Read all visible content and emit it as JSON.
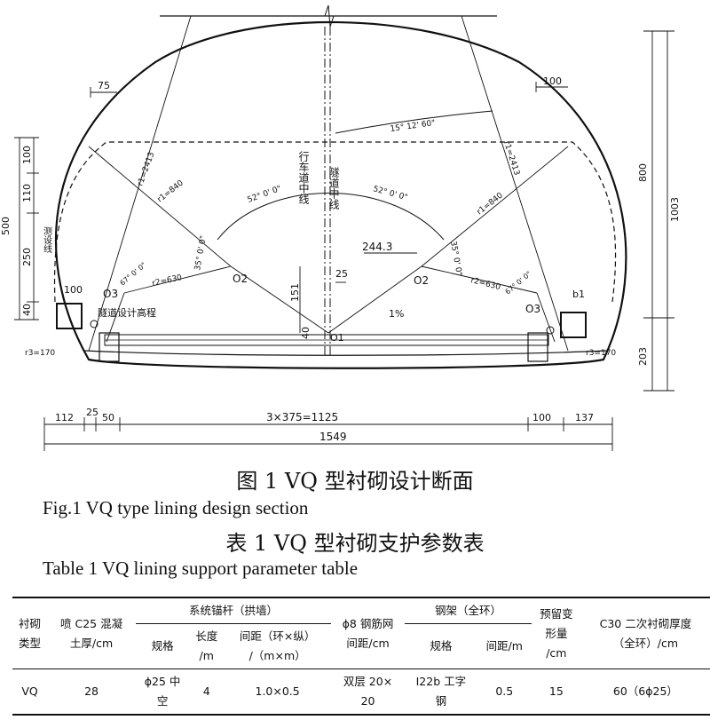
{
  "figure": {
    "labels": {
      "dim_75": "75",
      "dim_100_top": "100",
      "dim_500": "500",
      "dim_100_left": "100",
      "dim_110": "110",
      "dim_250": "250",
      "dim_40_left": "40",
      "design_line_label": "测设线",
      "design_elev_label": "隧道设计高程",
      "r3_left": "r3=170",
      "r3_right": "r3=170",
      "angle_top": "15° 12' 60\"",
      "r1_left_a": "r1=2413",
      "r1_left_b": "r1=840",
      "r1_right_a": "r1=2413",
      "r1_right_b": "r1=840",
      "angle_left_52": "52° 0' 0\"",
      "angle_right_52": "52° 0' 0\"",
      "angle_left_35": "35° 0' 0\"",
      "angle_right_35": "35° 0' 0\"",
      "angle_left_67": "67° 0' 0\"",
      "angle_right_67": "67° 0' 0\"",
      "r2_left": "r2=630",
      "r2_right": "r2=630",
      "o2_left": "O2",
      "o2_right": "O2",
      "o3_left": "O3",
      "o3_right": "O3",
      "o1": "O1",
      "dim_100_b": "100",
      "dim_b1": "b1",
      "dim_244": "244.3",
      "dim_25_center": "25",
      "dim_151": "151",
      "dim_40_center": "40",
      "slope": "1%",
      "road_center": "行车道中线",
      "tunnel_center": "隧道中线",
      "dim_800": "800",
      "dim_1003": "1003",
      "dim_203": "203",
      "bottom_112": "112",
      "bottom_25": "25",
      "bottom_50": "50",
      "bottom_3x375": "3×375=1125",
      "bottom_100": "100",
      "bottom_137": "137",
      "bottom_1549": "1549"
    },
    "caption_cn": "图 1 VQ 型衬砌设计断面",
    "caption_en": "Fig.1 VQ type lining design section"
  },
  "table": {
    "caption_cn": "表 1 VQ 型衬砌支护参数表",
    "caption_en": "Table 1 VQ lining support parameter table",
    "headers": {
      "type": [
        "衬砌",
        "类型"
      ],
      "shotcrete": [
        "喷 C25 混凝",
        "土厚/cm"
      ],
      "anchor_group": "系统锚杆（拱墙）",
      "anchor_spec": "规格",
      "anchor_length": [
        "长度",
        "/m"
      ],
      "anchor_spacing": [
        "间距（环×纵）",
        "/（m×m）"
      ],
      "mesh": [
        "ϕ8 钢筋网",
        "间距/cm"
      ],
      "steel_group": "钢架（全环）",
      "steel_spec": "规格",
      "steel_spacing": "间距/m",
      "deformation": [
        "预留变",
        "形量",
        "/cm"
      ],
      "secondary": [
        "C30 二次衬砌厚度",
        "（全环）/cm"
      ]
    },
    "row": {
      "type": "VQ",
      "shotcrete": "28",
      "anchor_spec": [
        "ϕ25 中",
        "空"
      ],
      "anchor_length": "4",
      "anchor_spacing": "1.0×0.5",
      "mesh": [
        "双层 20×",
        "20"
      ],
      "steel_spec": [
        "I22b 工字",
        "钢"
      ],
      "steel_spacing": "0.5",
      "deformation": "15",
      "secondary": "60（6ϕ25）"
    }
  }
}
